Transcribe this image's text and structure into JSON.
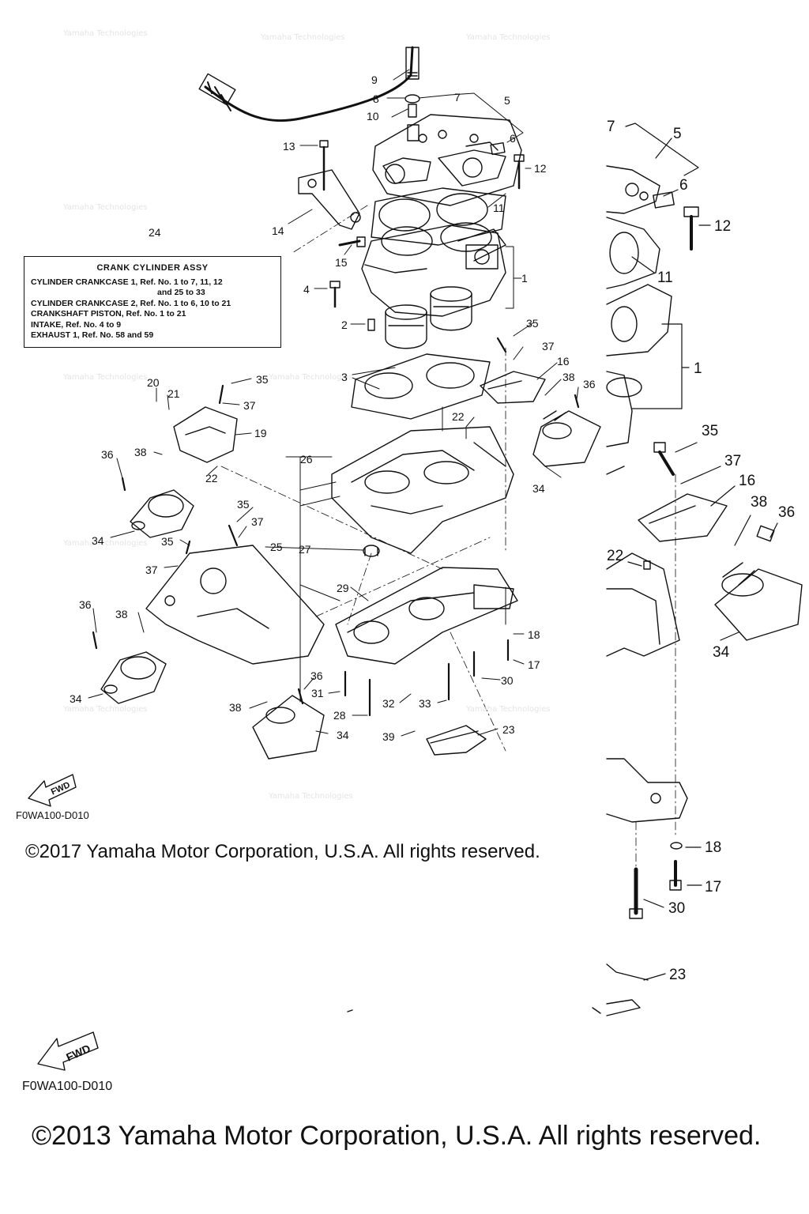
{
  "diagram": {
    "note_box": {
      "title": "CRANK CYLINDER ASSY",
      "lines": [
        "CYLINDER CRANKCASE 1,  Ref. No. 1 to 7, 11, 12",
        "and 25 to 33",
        "CYLINDER CRANKCASE 2,  Ref. No. 1 to 6, 10 to 21",
        "CRANKSHAFT PISTON,  Ref. No. 1 to 21",
        "INTAKE,        Ref. No. 4 to 9",
        "EXHAUST 1, Ref. No. 58 and 59"
      ]
    },
    "main_labels": [
      {
        "id": "9",
        "text": "9"
      },
      {
        "id": "8",
        "text": "8"
      },
      {
        "id": "7",
        "text": "7"
      },
      {
        "id": "5",
        "text": "5"
      },
      {
        "id": "10",
        "text": "10"
      },
      {
        "id": "6",
        "text": "6"
      },
      {
        "id": "13",
        "text": "13"
      },
      {
        "id": "12",
        "text": "12"
      },
      {
        "id": "11",
        "text": "11"
      },
      {
        "id": "24",
        "text": "24"
      },
      {
        "id": "14",
        "text": "14"
      },
      {
        "id": "15",
        "text": "15"
      },
      {
        "id": "1",
        "text": "1"
      },
      {
        "id": "4",
        "text": "4"
      },
      {
        "id": "2",
        "text": "2"
      },
      {
        "id": "35a",
        "text": "35"
      },
      {
        "id": "37a",
        "text": "37"
      },
      {
        "id": "16",
        "text": "16"
      },
      {
        "id": "3",
        "text": "3"
      },
      {
        "id": "38a",
        "text": "38"
      },
      {
        "id": "36a",
        "text": "36"
      },
      {
        "id": "20",
        "text": "20"
      },
      {
        "id": "35b",
        "text": "35"
      },
      {
        "id": "21",
        "text": "21"
      },
      {
        "id": "37b",
        "text": "37"
      },
      {
        "id": "22a",
        "text": "22"
      },
      {
        "id": "19",
        "text": "19"
      },
      {
        "id": "26",
        "text": "26"
      },
      {
        "id": "36b",
        "text": "36"
      },
      {
        "id": "38b",
        "text": "38"
      },
      {
        "id": "22b",
        "text": "22"
      },
      {
        "id": "34a",
        "text": "34"
      },
      {
        "id": "35c",
        "text": "35"
      },
      {
        "id": "37c",
        "text": "37"
      },
      {
        "id": "34b",
        "text": "34"
      },
      {
        "id": "35d",
        "text": "35"
      },
      {
        "id": "25",
        "text": "25"
      },
      {
        "id": "27",
        "text": "27"
      },
      {
        "id": "37d",
        "text": "37"
      },
      {
        "id": "29",
        "text": "29"
      },
      {
        "id": "36c",
        "text": "36"
      },
      {
        "id": "38c",
        "text": "38"
      },
      {
        "id": "18",
        "text": "18"
      },
      {
        "id": "17",
        "text": "17"
      },
      {
        "id": "30",
        "text": "30"
      },
      {
        "id": "36d",
        "text": "36"
      },
      {
        "id": "31",
        "text": "31"
      },
      {
        "id": "34c",
        "text": "34"
      },
      {
        "id": "38d",
        "text": "38"
      },
      {
        "id": "32",
        "text": "32"
      },
      {
        "id": "33",
        "text": "33"
      },
      {
        "id": "28",
        "text": "28"
      },
      {
        "id": "34d",
        "text": "34"
      },
      {
        "id": "39",
        "text": "39"
      },
      {
        "id": "23",
        "text": "23"
      }
    ],
    "zoom_labels": [
      {
        "id": "7",
        "text": "7"
      },
      {
        "id": "5",
        "text": "5"
      },
      {
        "id": "6",
        "text": "6"
      },
      {
        "id": "12",
        "text": "12"
      },
      {
        "id": "11",
        "text": "11"
      },
      {
        "id": "1",
        "text": "1"
      },
      {
        "id": "35",
        "text": "35"
      },
      {
        "id": "37",
        "text": "37"
      },
      {
        "id": "16",
        "text": "16"
      },
      {
        "id": "38",
        "text": "38"
      },
      {
        "id": "36",
        "text": "36"
      },
      {
        "id": "22",
        "text": "22"
      },
      {
        "id": "34",
        "text": "34"
      },
      {
        "id": "18",
        "text": "18"
      },
      {
        "id": "17",
        "text": "17"
      },
      {
        "id": "30",
        "text": "30"
      },
      {
        "id": "23",
        "text": "23"
      }
    ],
    "fwd_label": "FWD",
    "fwd_code_1": "F0WA100-D010",
    "fwd_code_2": "F0WA100-D010",
    "watermark": "Yamaha Technologies",
    "copyright_1": "©2017 Yamaha Motor Corporation, U.S.A. All rights reserved.",
    "copyright_2": "©2013 Yamaha Motor Corporation, U.S.A. All rights reserved."
  }
}
